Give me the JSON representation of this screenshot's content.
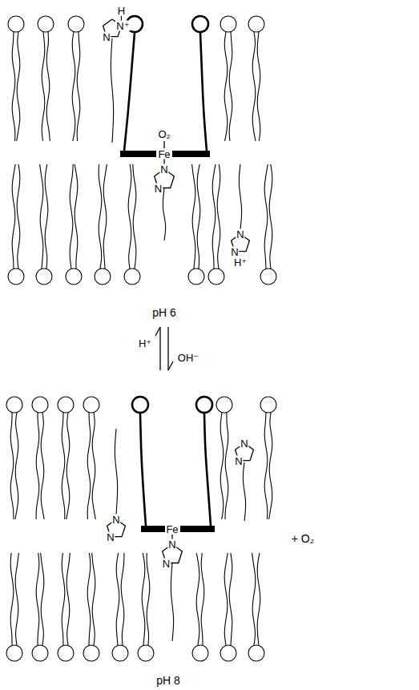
{
  "diagram": {
    "labels": [
      "H",
      "N⁺",
      "N",
      "O₂",
      "Fe",
      "N",
      "N",
      "N",
      "N",
      "H⁺",
      "pH 6",
      "H⁺",
      "OH⁻",
      "Fe",
      "N",
      "N",
      "N",
      "N",
      "N",
      "N",
      "+ O₂",
      "pH 8"
    ]
  }
}
